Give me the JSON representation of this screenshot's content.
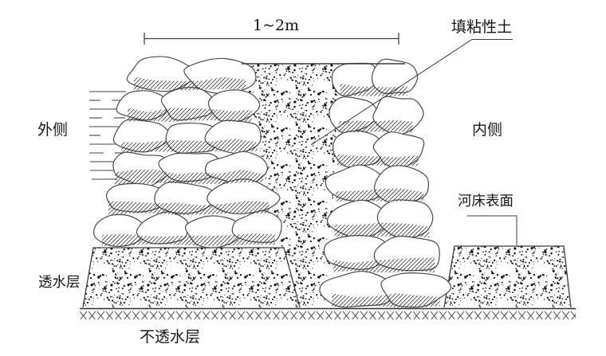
{
  "diagram": {
    "dimension_label": "1~2m",
    "fill_soil_label": "填粘性土",
    "outer_side_label": "外侧",
    "inner_side_label": "内侧",
    "riverbed_surface_label": "河床表面",
    "permeable_layer_label": "透水层",
    "impermeable_layer_label": "不透水层"
  },
  "colors": {
    "ink": "#3a3a3a",
    "text": "#161616",
    "background": "#ffffff"
  }
}
